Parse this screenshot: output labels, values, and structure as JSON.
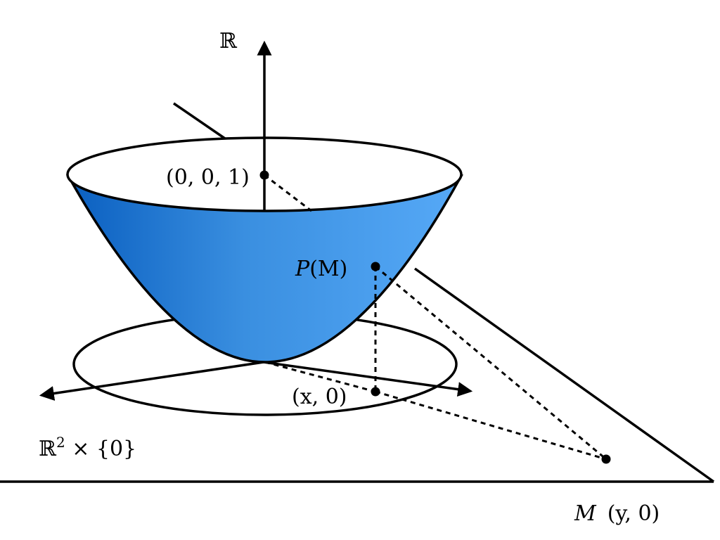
{
  "labels": {
    "real_line": "ℝ",
    "point_top": "(0, 0, 1)",
    "point_p_name": "P",
    "point_p_arg": "(M)",
    "point_x": "(x, 0)",
    "plane_base": "ℝ",
    "plane_exp": "2",
    "plane_rest": " × {0}",
    "point_m_name": "M",
    "point_m_coords": "(y, 0)"
  },
  "colors": {
    "paraboloid_dark": "#0a5fc0",
    "paraboloid_mid": "#3a8fe0",
    "paraboloid_light": "#56a9f7",
    "ink": "#000000"
  }
}
